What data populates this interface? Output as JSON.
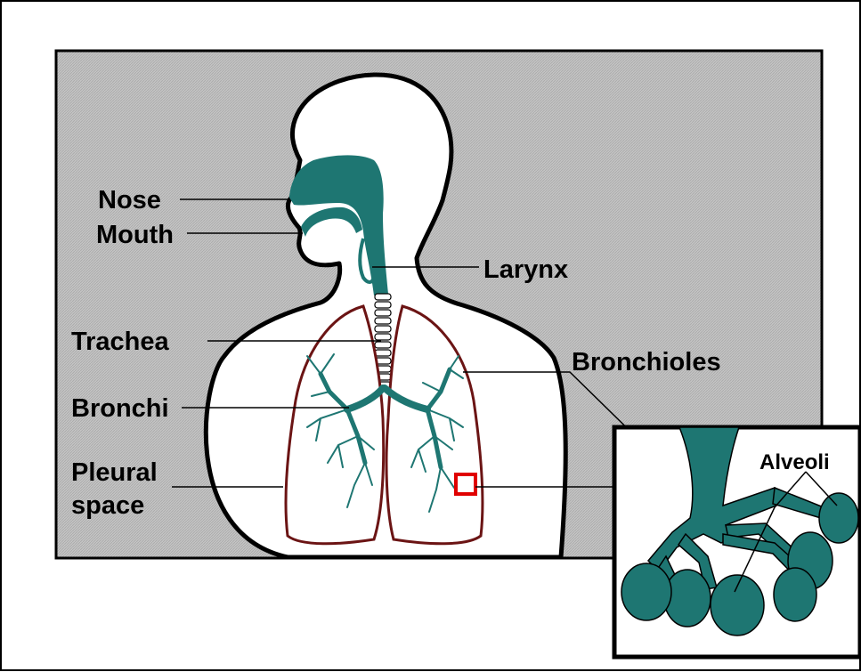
{
  "colors": {
    "background": "#c0c0c0",
    "airway": "#1e7672",
    "lung_outline": "#6b1414",
    "highlight": "#e00000",
    "figure_fill": "#ffffff",
    "outline": "#000000"
  },
  "labels": {
    "nose": "Nose",
    "mouth": "Mouth",
    "larynx": "Larynx",
    "trachea": "Trachea",
    "bronchioles": "Bronchioles",
    "bronchi": "Bronchi",
    "pleural_line1": "Pleural",
    "pleural_line2": "space",
    "alveoli": "Alveoli"
  }
}
